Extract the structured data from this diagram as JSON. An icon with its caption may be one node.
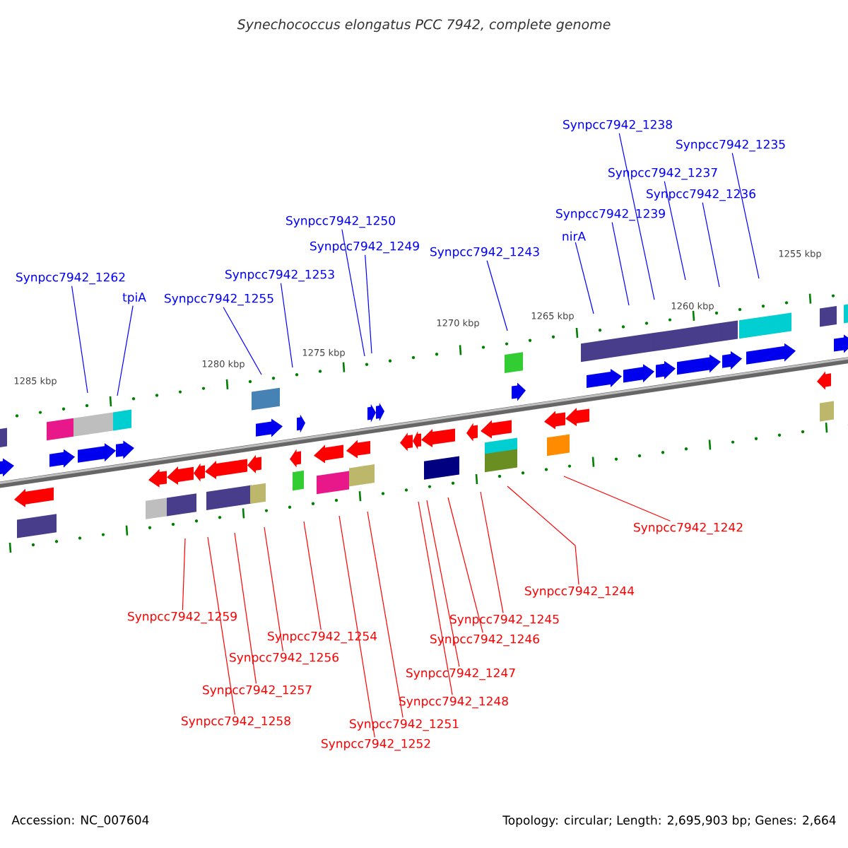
{
  "diagram": {
    "title": "Synechococcus elongatus PCC 7942, complete genome",
    "nodes": [
      {
        "text": [
          "Synpcc7942_1238"
        ]
      },
      {
        "text": [
          "Synpcc7942_1235"
        ]
      },
      {
        "text": [
          "Synpcc7942_1237"
        ]
      },
      {
        "text": [
          "Synpcc7942_1236"
        ]
      },
      {
        "text": [
          "Synpcc7942_1239"
        ]
      },
      {
        "text": [
          "Synpcc7942_1250"
        ]
      },
      {
        "text": [
          "nirA"
        ]
      },
      {
        "text": [
          "Synpcc7942_1249"
        ]
      },
      {
        "text": [
          "Synpcc7942_1243"
        ]
      },
      {
        "text": [
          "Synpcc7942_1253"
        ]
      },
      {
        "text": [
          "Synpcc7942_1262"
        ]
      },
      {
        "text": [
          "tpiA"
        ]
      },
      {
        "text": [
          "Synpcc7942_1255"
        ]
      },
      {
        "text": [
          "Synpcc7942_1242"
        ]
      },
      {
        "text": [
          "Synpcc7942_1244"
        ]
      },
      {
        "text": [
          "Synpcc7942_1259"
        ]
      },
      {
        "text": [
          "Synpcc7942_1245"
        ]
      },
      {
        "text": [
          "Synpcc7942_1254"
        ]
      },
      {
        "text": [
          "Synpcc7942_1246"
        ]
      },
      {
        "text": [
          "Synpcc7942_1256"
        ]
      },
      {
        "text": [
          "Synpcc7942_1247"
        ]
      },
      {
        "text": [
          "Synpcc7942_1257"
        ]
      },
      {
        "text": [
          "Synpcc7942_1248"
        ]
      },
      {
        "text": [
          "Synpcc7942_1258"
        ]
      },
      {
        "text": [
          "Synpcc7942_1251"
        ]
      },
      {
        "text": [
          "Synpcc7942_1252"
        ]
      }
    ],
    "edges": [
      {
        "from": 0,
        "to": null,
        "arrow": "none",
        "color": "#0000ff"
      },
      {
        "from": 1,
        "to": null,
        "arrow": "none",
        "color": "#0000ff"
      },
      {
        "from": 2,
        "to": null,
        "arrow": "none",
        "color": "#0000ff"
      },
      {
        "from": 3,
        "to": null,
        "arrow": "none",
        "color": "#0000ff"
      },
      {
        "from": 4,
        "to": null,
        "arrow": "none",
        "color": "#0000ff"
      },
      {
        "from": 5,
        "to": null,
        "arrow": "none",
        "color": "#0000ff"
      },
      {
        "from": 6,
        "to": null,
        "arrow": "none",
        "color": "#0000ff"
      },
      {
        "from": 7,
        "to": null,
        "arrow": "none",
        "color": "#0000ff"
      },
      {
        "from": 8,
        "to": null,
        "arrow": "none",
        "color": "#0000ff"
      },
      {
        "from": 9,
        "to": null,
        "arrow": "none",
        "color": "#0000ff"
      },
      {
        "from": 10,
        "to": null,
        "arrow": "none",
        "color": "#0000ff"
      },
      {
        "from": 11,
        "to": null,
        "arrow": "none",
        "color": "#0000ff"
      },
      {
        "from": 12,
        "to": null,
        "arrow": "none",
        "color": "#0000ff"
      },
      {
        "from": 13,
        "to": null,
        "arrow": "none",
        "color": "#ff0000"
      },
      {
        "from": 14,
        "to": null,
        "arrow": "none",
        "color": "#ff0000"
      },
      {
        "from": 15,
        "to": null,
        "arrow": "none",
        "color": "#ff0000"
      },
      {
        "from": 16,
        "to": null,
        "arrow": "none",
        "color": "#ff0000"
      },
      {
        "from": 17,
        "to": null,
        "arrow": "none",
        "color": "#ff0000"
      },
      {
        "from": 18,
        "to": null,
        "arrow": "none",
        "color": "#ff0000"
      },
      {
        "from": 19,
        "to": null,
        "arrow": "none",
        "color": "#ff0000"
      },
      {
        "from": 20,
        "to": null,
        "arrow": "none",
        "color": "#ff0000"
      },
      {
        "from": 21,
        "to": null,
        "arrow": "none",
        "color": "#ff0000"
      },
      {
        "from": 22,
        "to": null,
        "arrow": "none",
        "color": "#ff0000"
      },
      {
        "from": 23,
        "to": null,
        "arrow": "none",
        "color": "#ff0000"
      },
      {
        "from": 24,
        "to": null,
        "arrow": "none",
        "color": "#ff0000"
      },
      {
        "from": 25,
        "to": null,
        "arrow": "none",
        "color": "#ff0000"
      }
    ],
    "labels": [
      "1255 kbp",
      "1260 kbp",
      "1265 kbp",
      "1270 kbp",
      "1275 kbp",
      "1280 kbp",
      "1285 kbp",
      "Accession: NC_007604",
      "Topology: circular; Length: 2,695,903 bp; Genes: 2,664"
    ]
  }
}
